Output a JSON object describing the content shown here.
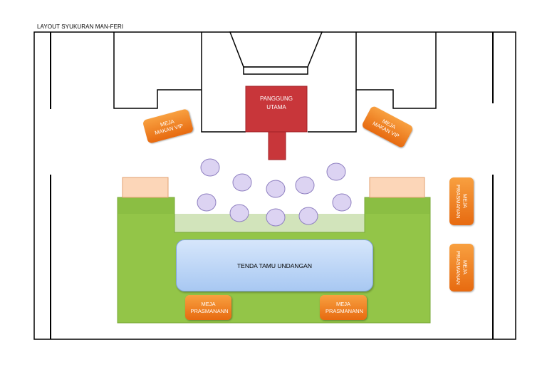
{
  "title": "LAYOUT SYUKURAN MAN-FERI",
  "stage": {
    "line1": "PANGGUNG",
    "line2": "UTAMA"
  },
  "vip_left": "MEJA MAKAN VIP",
  "vip_right": "MEJA MAKAN VIP",
  "tent": "TENDA TAMU UNDANGAN",
  "side_tables": [
    "MEJA PRASMANAN",
    "MEJA PRASMANAN"
  ],
  "bottom_tables": [
    "MEJA PRASMANANN",
    "MEJA PRASMANANN"
  ],
  "colors": {
    "stage": "#c0392b",
    "orange": "#f07d20",
    "green": "#8dc63f",
    "lavender": "#d8cff0",
    "peach": "#fbd5b5",
    "tent": "#b8d3f5"
  }
}
